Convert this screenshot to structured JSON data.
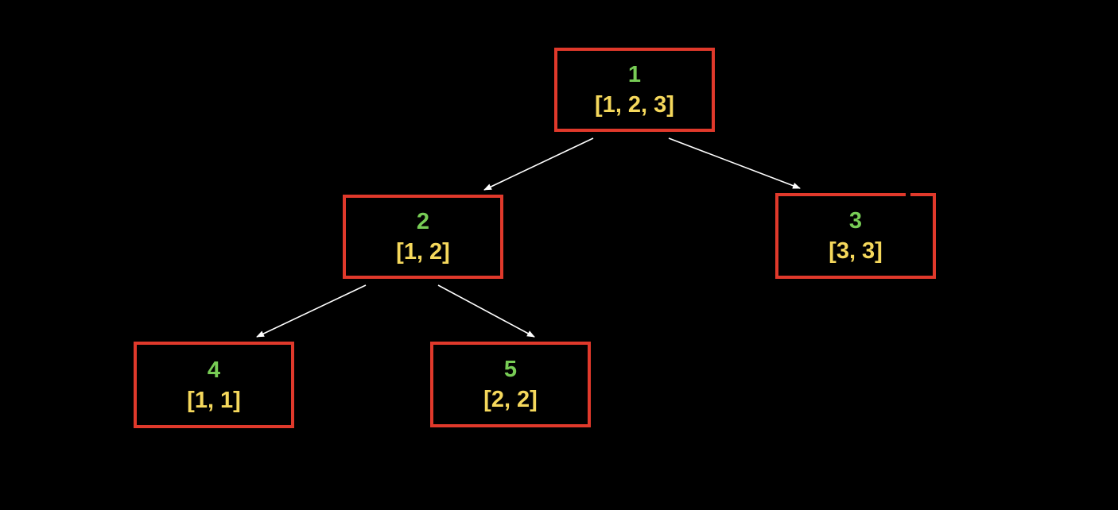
{
  "diagram": {
    "type": "tree",
    "colors": {
      "background": "#000000",
      "node_border": "#e0392b",
      "node_id_text": "#77cc55",
      "node_range_text": "#f5d85c",
      "edge": "#ffffff"
    },
    "nodes": [
      {
        "key": "n1",
        "id": "1",
        "range": "[1, 2, 3]"
      },
      {
        "key": "n2",
        "id": "2",
        "range": "[1, 2]"
      },
      {
        "key": "n3",
        "id": "3",
        "range": "[3, 3]"
      },
      {
        "key": "n4",
        "id": "4",
        "range": "[1, 1]"
      },
      {
        "key": "n5",
        "id": "5",
        "range": "[2, 2]"
      }
    ],
    "edges": [
      {
        "from": "1",
        "to": "2"
      },
      {
        "from": "1",
        "to": "3"
      },
      {
        "from": "2",
        "to": "4"
      },
      {
        "from": "2",
        "to": "5"
      }
    ]
  }
}
